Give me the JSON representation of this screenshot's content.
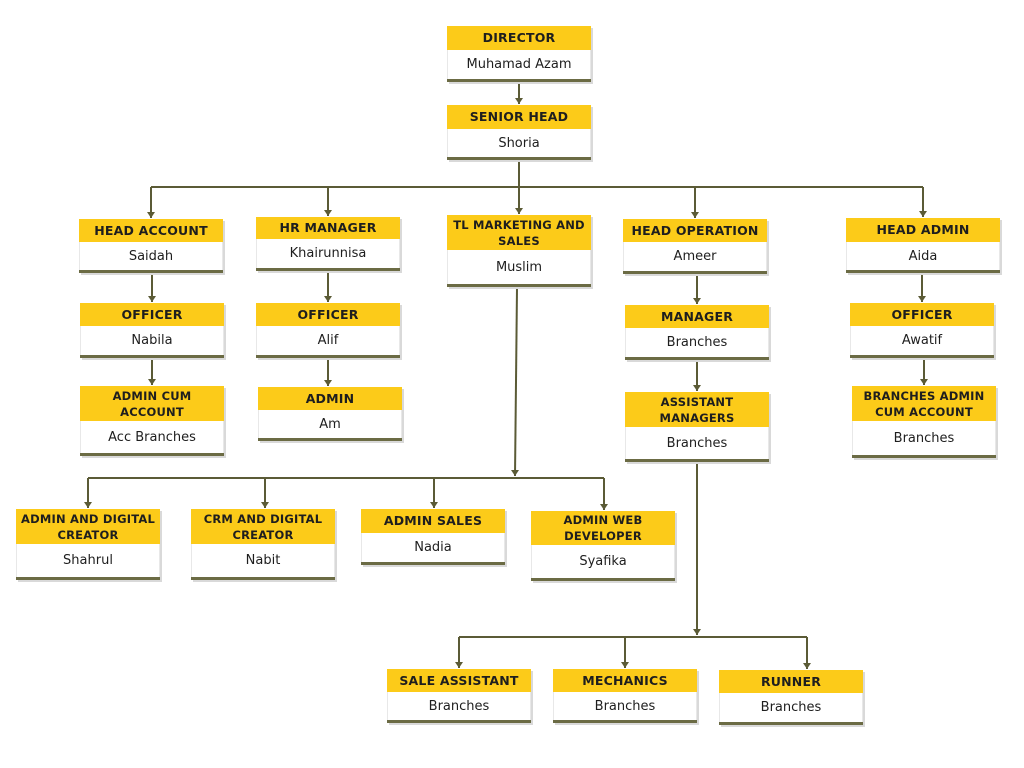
{
  "colors": {
    "header": "#fccb19",
    "connector": "#5b5b36",
    "border": "#6b6b44"
  },
  "nodes": {
    "director": {
      "title": "DIRECTOR",
      "name": "Muhamad Azam"
    },
    "senior_head": {
      "title": "SENIOR HEAD",
      "name": "Shoria"
    },
    "head_account": {
      "title": "HEAD ACCOUNT",
      "name": "Saidah"
    },
    "hr_manager": {
      "title": "HR MANAGER",
      "name": "Khairunnisa"
    },
    "tl_marketing": {
      "title": "TL MARKETING AND SALES",
      "name": "Muslim"
    },
    "head_operation": {
      "title": "HEAD OPERATION",
      "name": "Ameer"
    },
    "head_admin": {
      "title": "HEAD ADMIN",
      "name": "Aida"
    },
    "officer_account": {
      "title": "OFFICER",
      "name": "Nabila"
    },
    "officer_hr": {
      "title": "OFFICER",
      "name": "Alif"
    },
    "manager_ops": {
      "title": "MANAGER",
      "name": "Branches"
    },
    "officer_admin": {
      "title": "OFFICER",
      "name": "Awatif"
    },
    "admin_cum_account": {
      "title": "ADMIN CUM ACCOUNT",
      "name": "Acc Branches"
    },
    "admin_hr": {
      "title": "ADMIN",
      "name": "Am"
    },
    "assistant_managers": {
      "title": "ASSISTANT MANAGERS",
      "name": "Branches"
    },
    "branches_admin": {
      "title": "BRANCHES ADMIN CUM ACCOUNT",
      "name": "Branches"
    },
    "admin_digital": {
      "title": "ADMIN AND DIGITAL CREATOR",
      "name": "Shahrul"
    },
    "crm_digital": {
      "title": "CRM AND DIGITAL CREATOR",
      "name": "Nabit"
    },
    "admin_sales": {
      "title": "ADMIN SALES",
      "name": "Nadia"
    },
    "admin_web": {
      "title": "ADMIN WEB DEVELOPER",
      "name": "Syafika"
    },
    "sale_assistant": {
      "title": "SALE ASSISTANT",
      "name": "Branches"
    },
    "mechanics": {
      "title": "MECHANICS",
      "name": "Branches"
    },
    "runner": {
      "title": "RUNNER",
      "name": "Branches"
    }
  }
}
